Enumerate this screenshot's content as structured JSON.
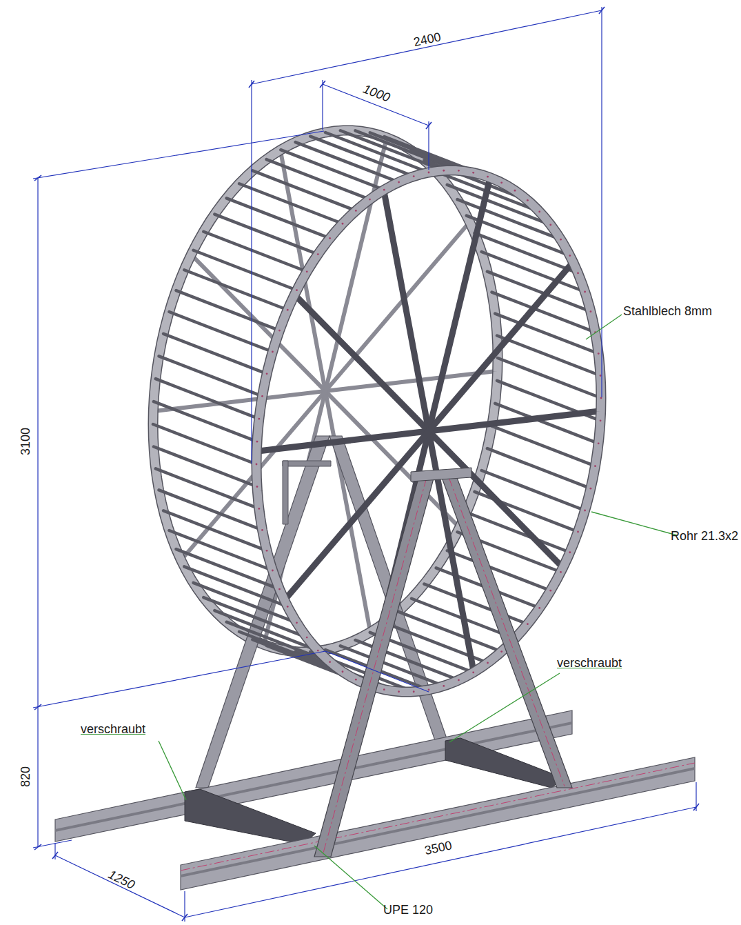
{
  "diagram": {
    "labels": [
      "2400",
      "1000",
      "3100",
      "820",
      "1250",
      "3500",
      "Stahlblech 8mm",
      "Rohr 21.3x2",
      "verschraubt",
      "verschraubt",
      "UPE 120"
    ]
  }
}
